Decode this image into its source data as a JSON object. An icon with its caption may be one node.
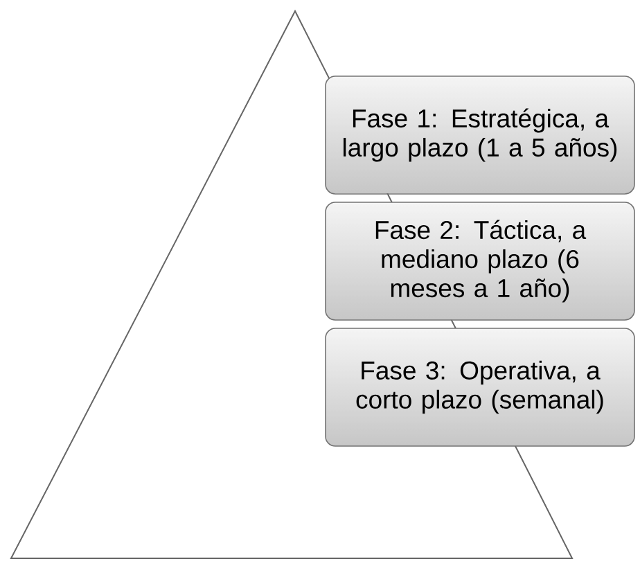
{
  "diagram": {
    "nodes": [
      {
        "text": [
          "Fase 1: Estratégica, a largo plazo (1 a 5 años)"
        ]
      },
      {
        "text": [
          "Fase 2: Táctica, a mediano plazo (6 meses a 1 año)"
        ]
      },
      {
        "text": [
          "Fase 3: Operativa, a corto plazo (semanal)"
        ]
      }
    ]
  }
}
